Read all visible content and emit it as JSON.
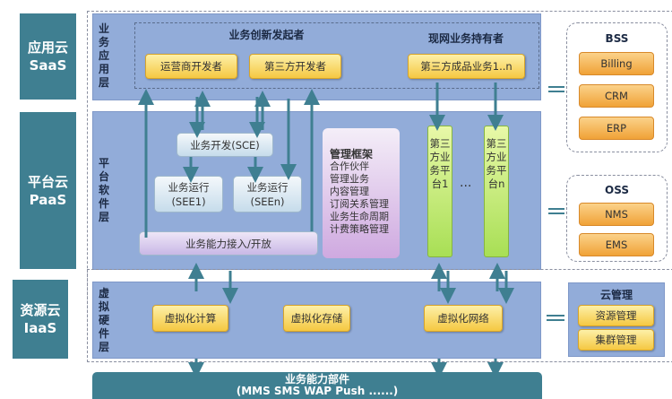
{
  "clouds": [
    {
      "name": "应用云",
      "en": "SaaS"
    },
    {
      "name": "平台云",
      "en": "PaaS"
    },
    {
      "name": "资源云",
      "en": "IaaS"
    }
  ],
  "saas": {
    "layer_label": "业务应用层",
    "innovators_title": "业务创新发起者",
    "innovators": [
      "运营商开发者",
      "第三方开发者"
    ],
    "holders_title": "现网业务持有者",
    "holders": [
      "第三方成品业务1..n"
    ]
  },
  "paas": {
    "layer_label": "平台软件层",
    "sce": "业务开发(SCE)",
    "see1": "业务运行\n(SEE1)",
    "seen": "业务运行\n(SEEn)",
    "access": "业务能力接入/开放",
    "mgmt": {
      "title": "管理框架",
      "items": [
        "合作伙伴",
        "管理业务",
        "内容管理",
        "订阅关系管理",
        "业务生命周期",
        "计费策略管理"
      ]
    },
    "platforms": [
      "第三方业务平台1",
      "第三方业务平台n"
    ],
    "ellipsis": "···"
  },
  "iaas": {
    "layer_label": "虚拟硬件层",
    "items": [
      "虚拟化计算",
      "虚拟化存储",
      "虚拟化网络"
    ]
  },
  "bottom": {
    "title": "业务能力部件",
    "sub": "(MMS SMS WAP Push ......)"
  },
  "bss": {
    "title": "BSS",
    "items": [
      "Billing",
      "CRM",
      "ERP"
    ]
  },
  "oss": {
    "title": "OSS",
    "items": [
      "NMS",
      "EMS"
    ]
  },
  "cloud_mgmt": {
    "title": "云管理",
    "items": [
      "资源管理",
      "集群管理"
    ]
  }
}
